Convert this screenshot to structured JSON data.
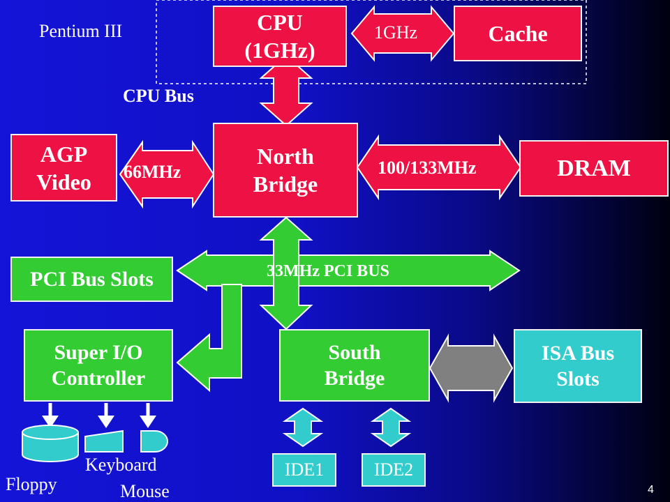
{
  "group_label": "Pentium III",
  "cpu": "CPU\n(1GHz)",
  "cache": "Cache",
  "cpu_cache_link": "1GHz",
  "cpu_bus": "CPU Bus",
  "north_bridge": "North\nBridge",
  "agp": "AGP\nVideo",
  "agp_link": "66MHz",
  "dram": "DRAM",
  "dram_link": "100/133MHz",
  "pci_slots": "PCI Bus Slots",
  "pci_bus": "33MHz PCI BUS",
  "super_io": "Super I/O\nController",
  "south_bridge": "South\nBridge",
  "isa_slots": "ISA Bus\nSlots",
  "ide1": "IDE1",
  "ide2": "IDE2",
  "floppy": "Floppy",
  "keyboard": "Keyboard",
  "mouse": "Mouse",
  "page_number": "4",
  "colors": {
    "red": "#ee1144",
    "green": "#33cc33",
    "teal": "#33cccc",
    "gray": "#808080",
    "background": "#1414d8"
  }
}
